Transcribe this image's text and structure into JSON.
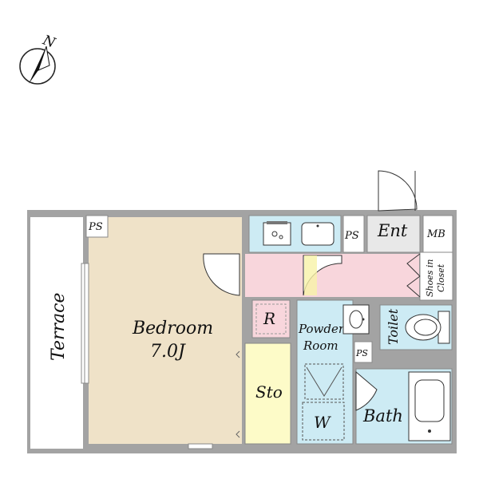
{
  "compass": {
    "label": "N"
  },
  "rooms": {
    "terrace": "Terrace",
    "bedroom": "Bedroom",
    "bedroom_size": "7.0J",
    "storage": "Sto",
    "refrigerator": "R",
    "powder_room_line1": "Powder",
    "powder_room_line2": "Room",
    "washer": "W",
    "bath": "Bath",
    "toilet": "Toilet",
    "entrance": "Ent",
    "meter_box": "MB",
    "shoes_line1": "Shoes in",
    "shoes_line2": "Closet",
    "ps_bedroom": "PS",
    "ps_entrance": "PS",
    "ps_bath": "PS"
  },
  "colors": {
    "wall": "#a3a3a3",
    "bedroom_floor": "#efe2c8",
    "hall_floor": "#f8d6dc",
    "wet_area": "#cdebf4",
    "storage": "#fdfbc8",
    "terrace": "#ffffff"
  }
}
